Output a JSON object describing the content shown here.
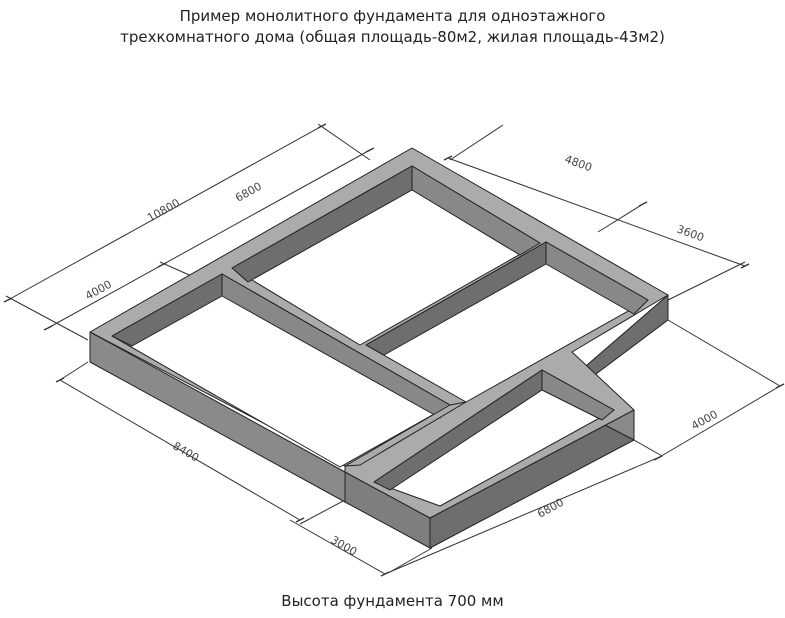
{
  "title": {
    "line1": "Пример монолитного фундамента для одноэтажного",
    "line2": "трехкомнатного дома (общая площадь-80м2, жилая площадь-43м2)"
  },
  "dimensions": {
    "total_length": "10800",
    "segment_6800": "6800",
    "segment_4000_left": "4000",
    "width_4800": "4800",
    "width_3600": "3600",
    "right_4000": "4000",
    "bottom_8400": "8400",
    "bottom_6800": "6800",
    "bottom_3000": "3000"
  },
  "caption": "Высота фундамента 700 мм",
  "colors": {
    "top_face": "#ababab",
    "side_face": "#707070",
    "front_face": "#8a8a8a",
    "dimension_line": "#333333",
    "text": "#222222"
  }
}
